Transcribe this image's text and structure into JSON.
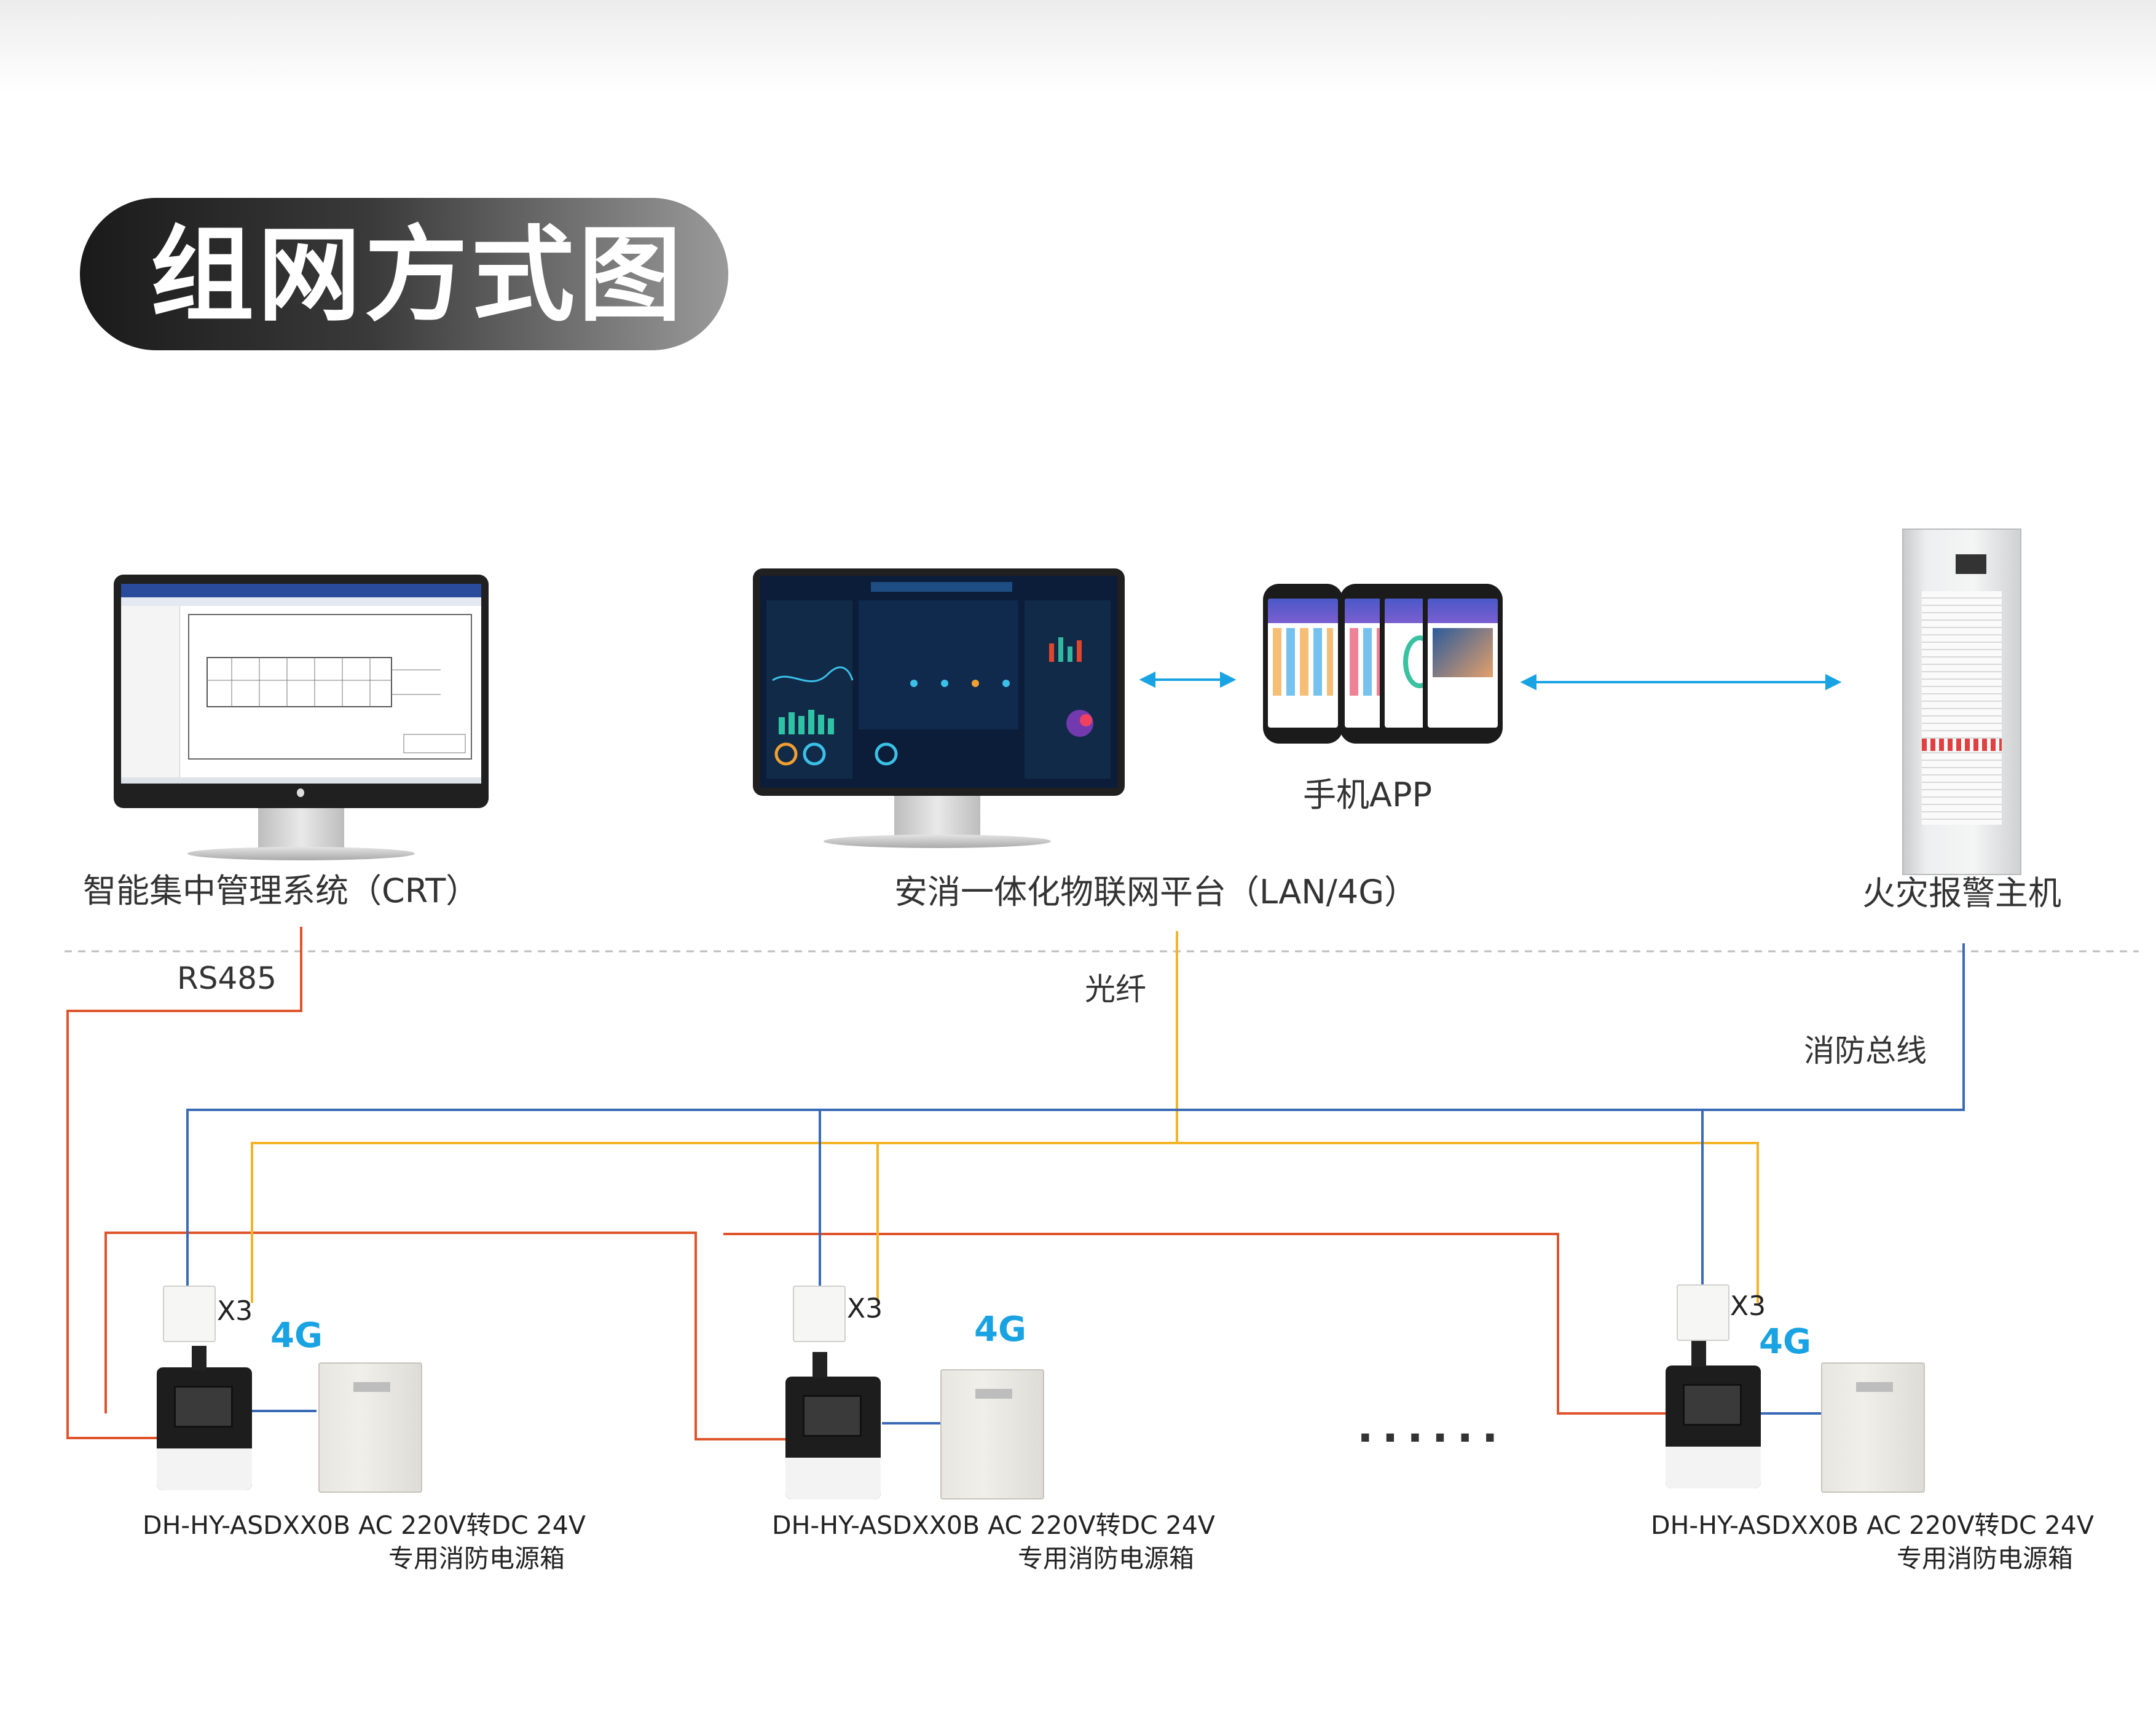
{
  "header": {
    "title": "组网方式图"
  },
  "nodes": {
    "crt": {
      "label": "智能集中管理系统（CRT）"
    },
    "platform": {
      "label": "安消一体化物联网平台（LAN/4G）"
    },
    "app": {
      "label": "手机APP"
    },
    "fire_host": {
      "label": "火灾报警主机"
    }
  },
  "links": {
    "rs485": "RS485",
    "fiber": "光纤",
    "fire_bus": "消防总线"
  },
  "units": [
    {
      "multiplier": "X3",
      "network": "4G",
      "model": "DH-HY-ASDXX0B AC 220V转DC 24V",
      "desc": "专用消防电源箱"
    },
    {
      "multiplier": "X3",
      "network": "4G",
      "model": "DH-HY-ASDXX0B AC 220V转DC 24V",
      "desc": "专用消防电源箱"
    },
    {
      "multiplier": "X3",
      "network": "4G",
      "model": "DH-HY-ASDXX0B AC 220V转DC 24V",
      "desc": "专用消防电源箱"
    }
  ],
  "ellipsis": "......",
  "colors": {
    "rs485": "#e0542c",
    "fiber": "#f4b428",
    "fire_bus": "#3a6ab6",
    "network": "#19a3e3",
    "wireless_arrow": "#19a3e3"
  },
  "icons": [
    "monitor-icon",
    "phone-icon",
    "cabinet-icon",
    "monitoring-device-icon",
    "power-box-icon",
    "sensor-module-icon"
  ]
}
